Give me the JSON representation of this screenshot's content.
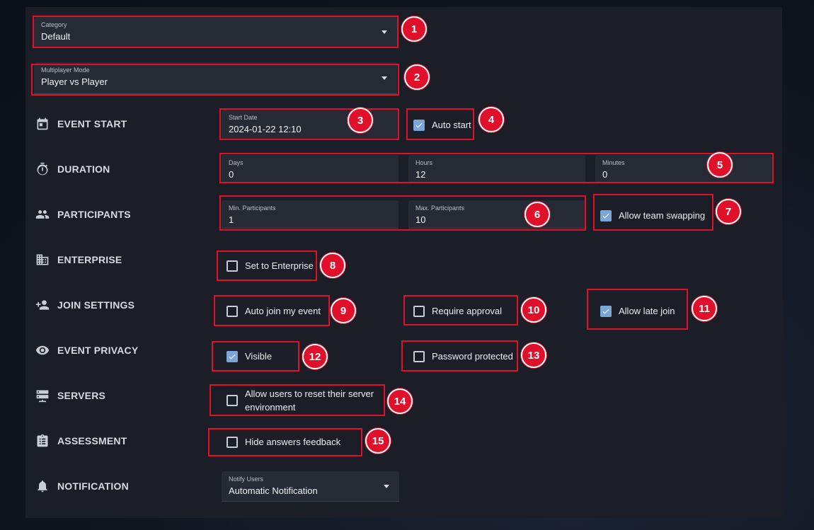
{
  "category": {
    "label": "Category",
    "value": "Default"
  },
  "multiplayer": {
    "label": "Multiplayer Mode",
    "value": "Player vs Player"
  },
  "sections": {
    "event_start": "EVENT START",
    "duration": "DURATION",
    "participants": "PARTICIPANTS",
    "enterprise": "ENTERPRISE",
    "join_settings": "JOIN SETTINGS",
    "event_privacy": "EVENT PRIVACY",
    "servers": "SERVERS",
    "assessment": "ASSESSMENT",
    "notification": "NOTIFICATION"
  },
  "event_start": {
    "start_date_label": "Start Date",
    "start_date_value": "2024-01-22 12:10",
    "auto_start_label": "Auto start"
  },
  "duration": {
    "days_label": "Days",
    "days_value": "0",
    "hours_label": "Hours",
    "hours_value": "12",
    "minutes_label": "Minutes",
    "minutes_value": "0"
  },
  "participants": {
    "min_label": "Min. Participants",
    "min_value": "1",
    "max_label": "Max. Participants",
    "max_value": "10",
    "team_swap_label": "Allow team swapping"
  },
  "enterprise": {
    "set_label": "Set to Enterprise"
  },
  "join": {
    "auto_join_label": "Auto join my event",
    "approval_label": "Require approval",
    "late_join_label": "Allow late join"
  },
  "privacy": {
    "visible_label": "Visible",
    "password_label": "Password protected"
  },
  "servers": {
    "reset_label": "Allow users to reset their server environment"
  },
  "assessment": {
    "hide_label": "Hide answers feedback"
  },
  "notification": {
    "label": "Notify Users",
    "value": "Automatic Notification"
  },
  "badges": [
    "1",
    "2",
    "3",
    "4",
    "5",
    "6",
    "7",
    "8",
    "9",
    "10",
    "11",
    "12",
    "13",
    "14",
    "15"
  ],
  "colors": {
    "highlight": "#e0102a",
    "checkbox_on": "#7da6d8",
    "panel": "#1b1e27"
  }
}
